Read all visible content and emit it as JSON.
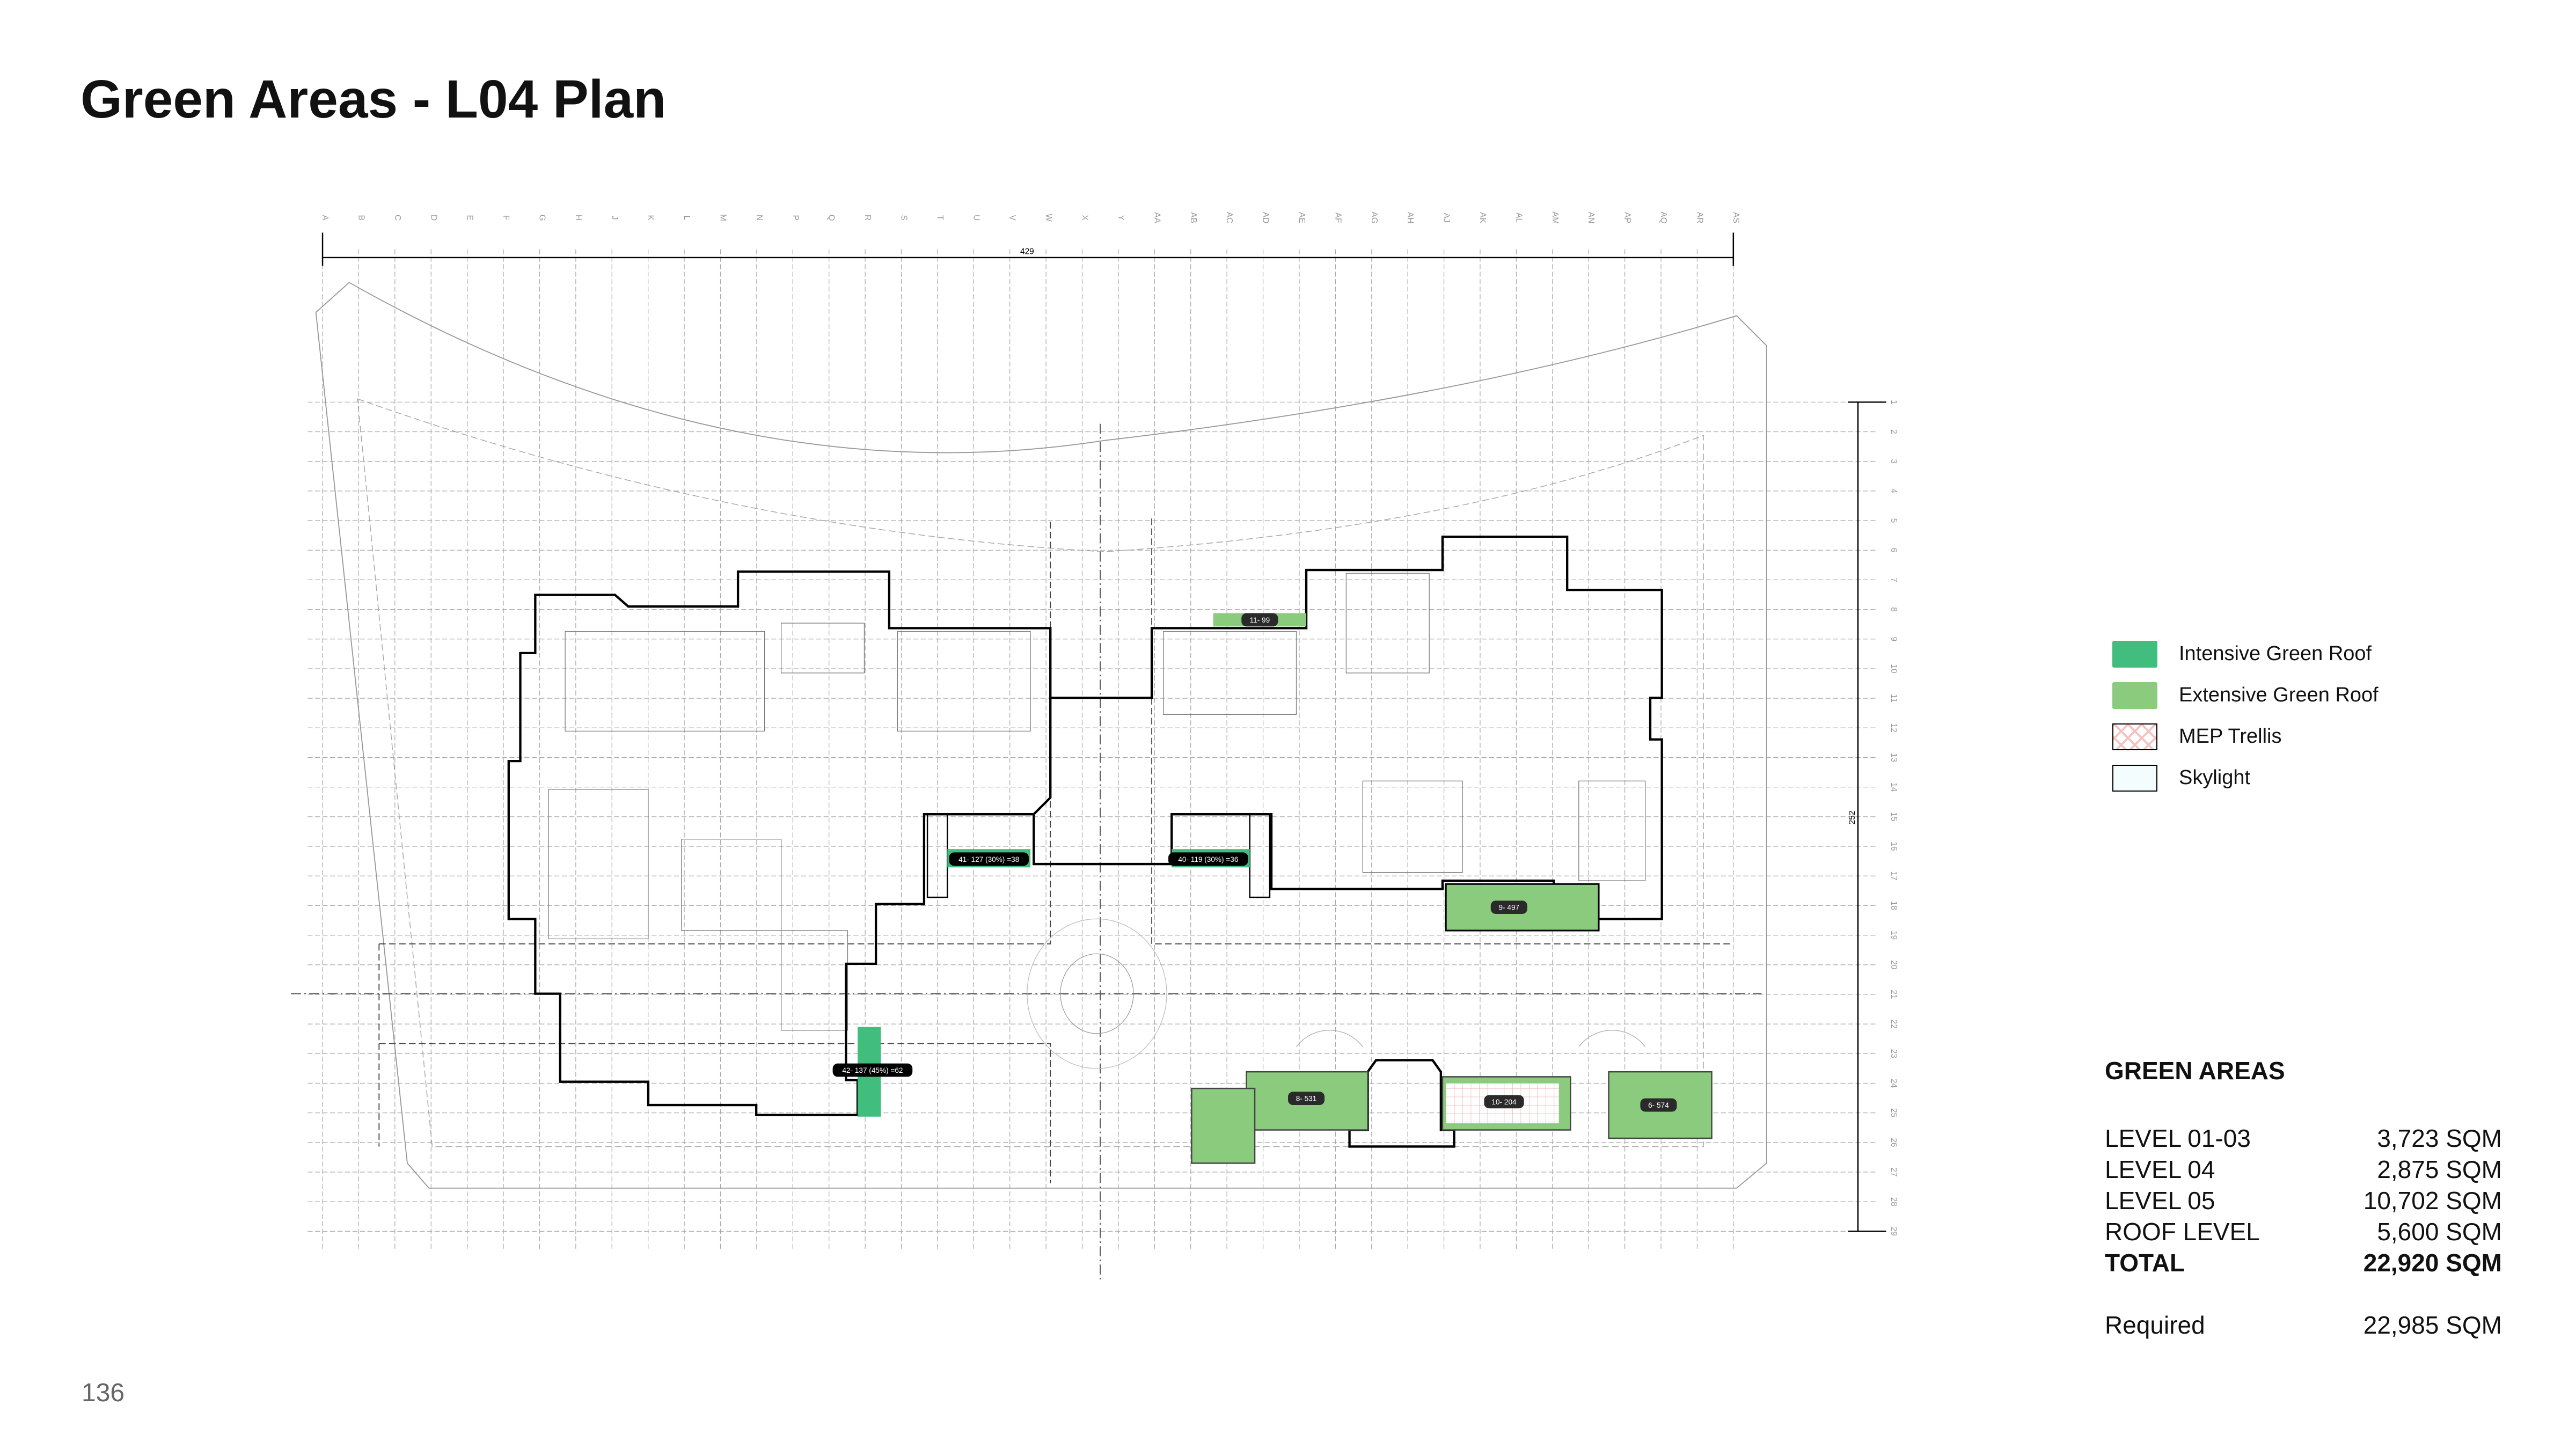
{
  "title": "Green Areas - L04 Plan",
  "page_number": "136",
  "grid": {
    "columns": [
      "A",
      "B",
      "C",
      "D",
      "E",
      "F",
      "G",
      "H",
      "J",
      "K",
      "L",
      "M",
      "N",
      "P",
      "Q",
      "R",
      "S",
      "T",
      "U",
      "V",
      "W",
      "X",
      "Y",
      "AA",
      "AB",
      "AC",
      "AD",
      "AE",
      "AF",
      "AG",
      "AH",
      "AJ",
      "AK",
      "AL",
      "AM",
      "AN",
      "AP",
      "AQ",
      "AR",
      "AS"
    ],
    "rows": [
      "1",
      "2",
      "3",
      "4",
      "5",
      "6",
      "7",
      "8",
      "9",
      "10",
      "11",
      "12",
      "13",
      "14",
      "15",
      "16",
      "17",
      "18",
      "19",
      "20",
      "21",
      "22",
      "23",
      "24",
      "25",
      "26",
      "27",
      "28",
      "29"
    ]
  },
  "dimensions": {
    "width": "429",
    "height": "252"
  },
  "plan_labels": [
    {
      "text": "11- 99",
      "type": "extensive"
    },
    {
      "text": "41- 127 (30%) =38",
      "type": "intensive"
    },
    {
      "text": "40- 119 (30%) =36",
      "type": "intensive"
    },
    {
      "text": "42- 137 (45%) =62",
      "type": "intensive"
    },
    {
      "text": "9- 497",
      "type": "extensive"
    },
    {
      "text": "8- 531",
      "type": "extensive"
    },
    {
      "text": "10- 204",
      "type": "extensive"
    },
    {
      "text": "6- 574",
      "type": "extensive"
    }
  ],
  "legend": [
    {
      "label": "Intensive Green Roof",
      "color": "#41bd7e"
    },
    {
      "label": "Extensive Green Roof",
      "color": "#8acb7e"
    },
    {
      "label": "MEP Trellis",
      "color": "#f5c2c2"
    },
    {
      "label": "Skylight",
      "color": "#f3fdfd"
    }
  ],
  "green_areas": {
    "heading": "GREEN AREAS",
    "rows": [
      {
        "label": "LEVEL 01-03",
        "value": "3,723 SQM"
      },
      {
        "label": "LEVEL 04",
        "value": "2,875 SQM"
      },
      {
        "label": "LEVEL 05",
        "value": "10,702 SQM"
      },
      {
        "label": "ROOF LEVEL",
        "value": "5,600 SQM"
      }
    ],
    "total": {
      "label": "TOTAL",
      "value": "22,920 SQM"
    },
    "required": {
      "label": "Required",
      "value": "22,985 SQM"
    }
  }
}
